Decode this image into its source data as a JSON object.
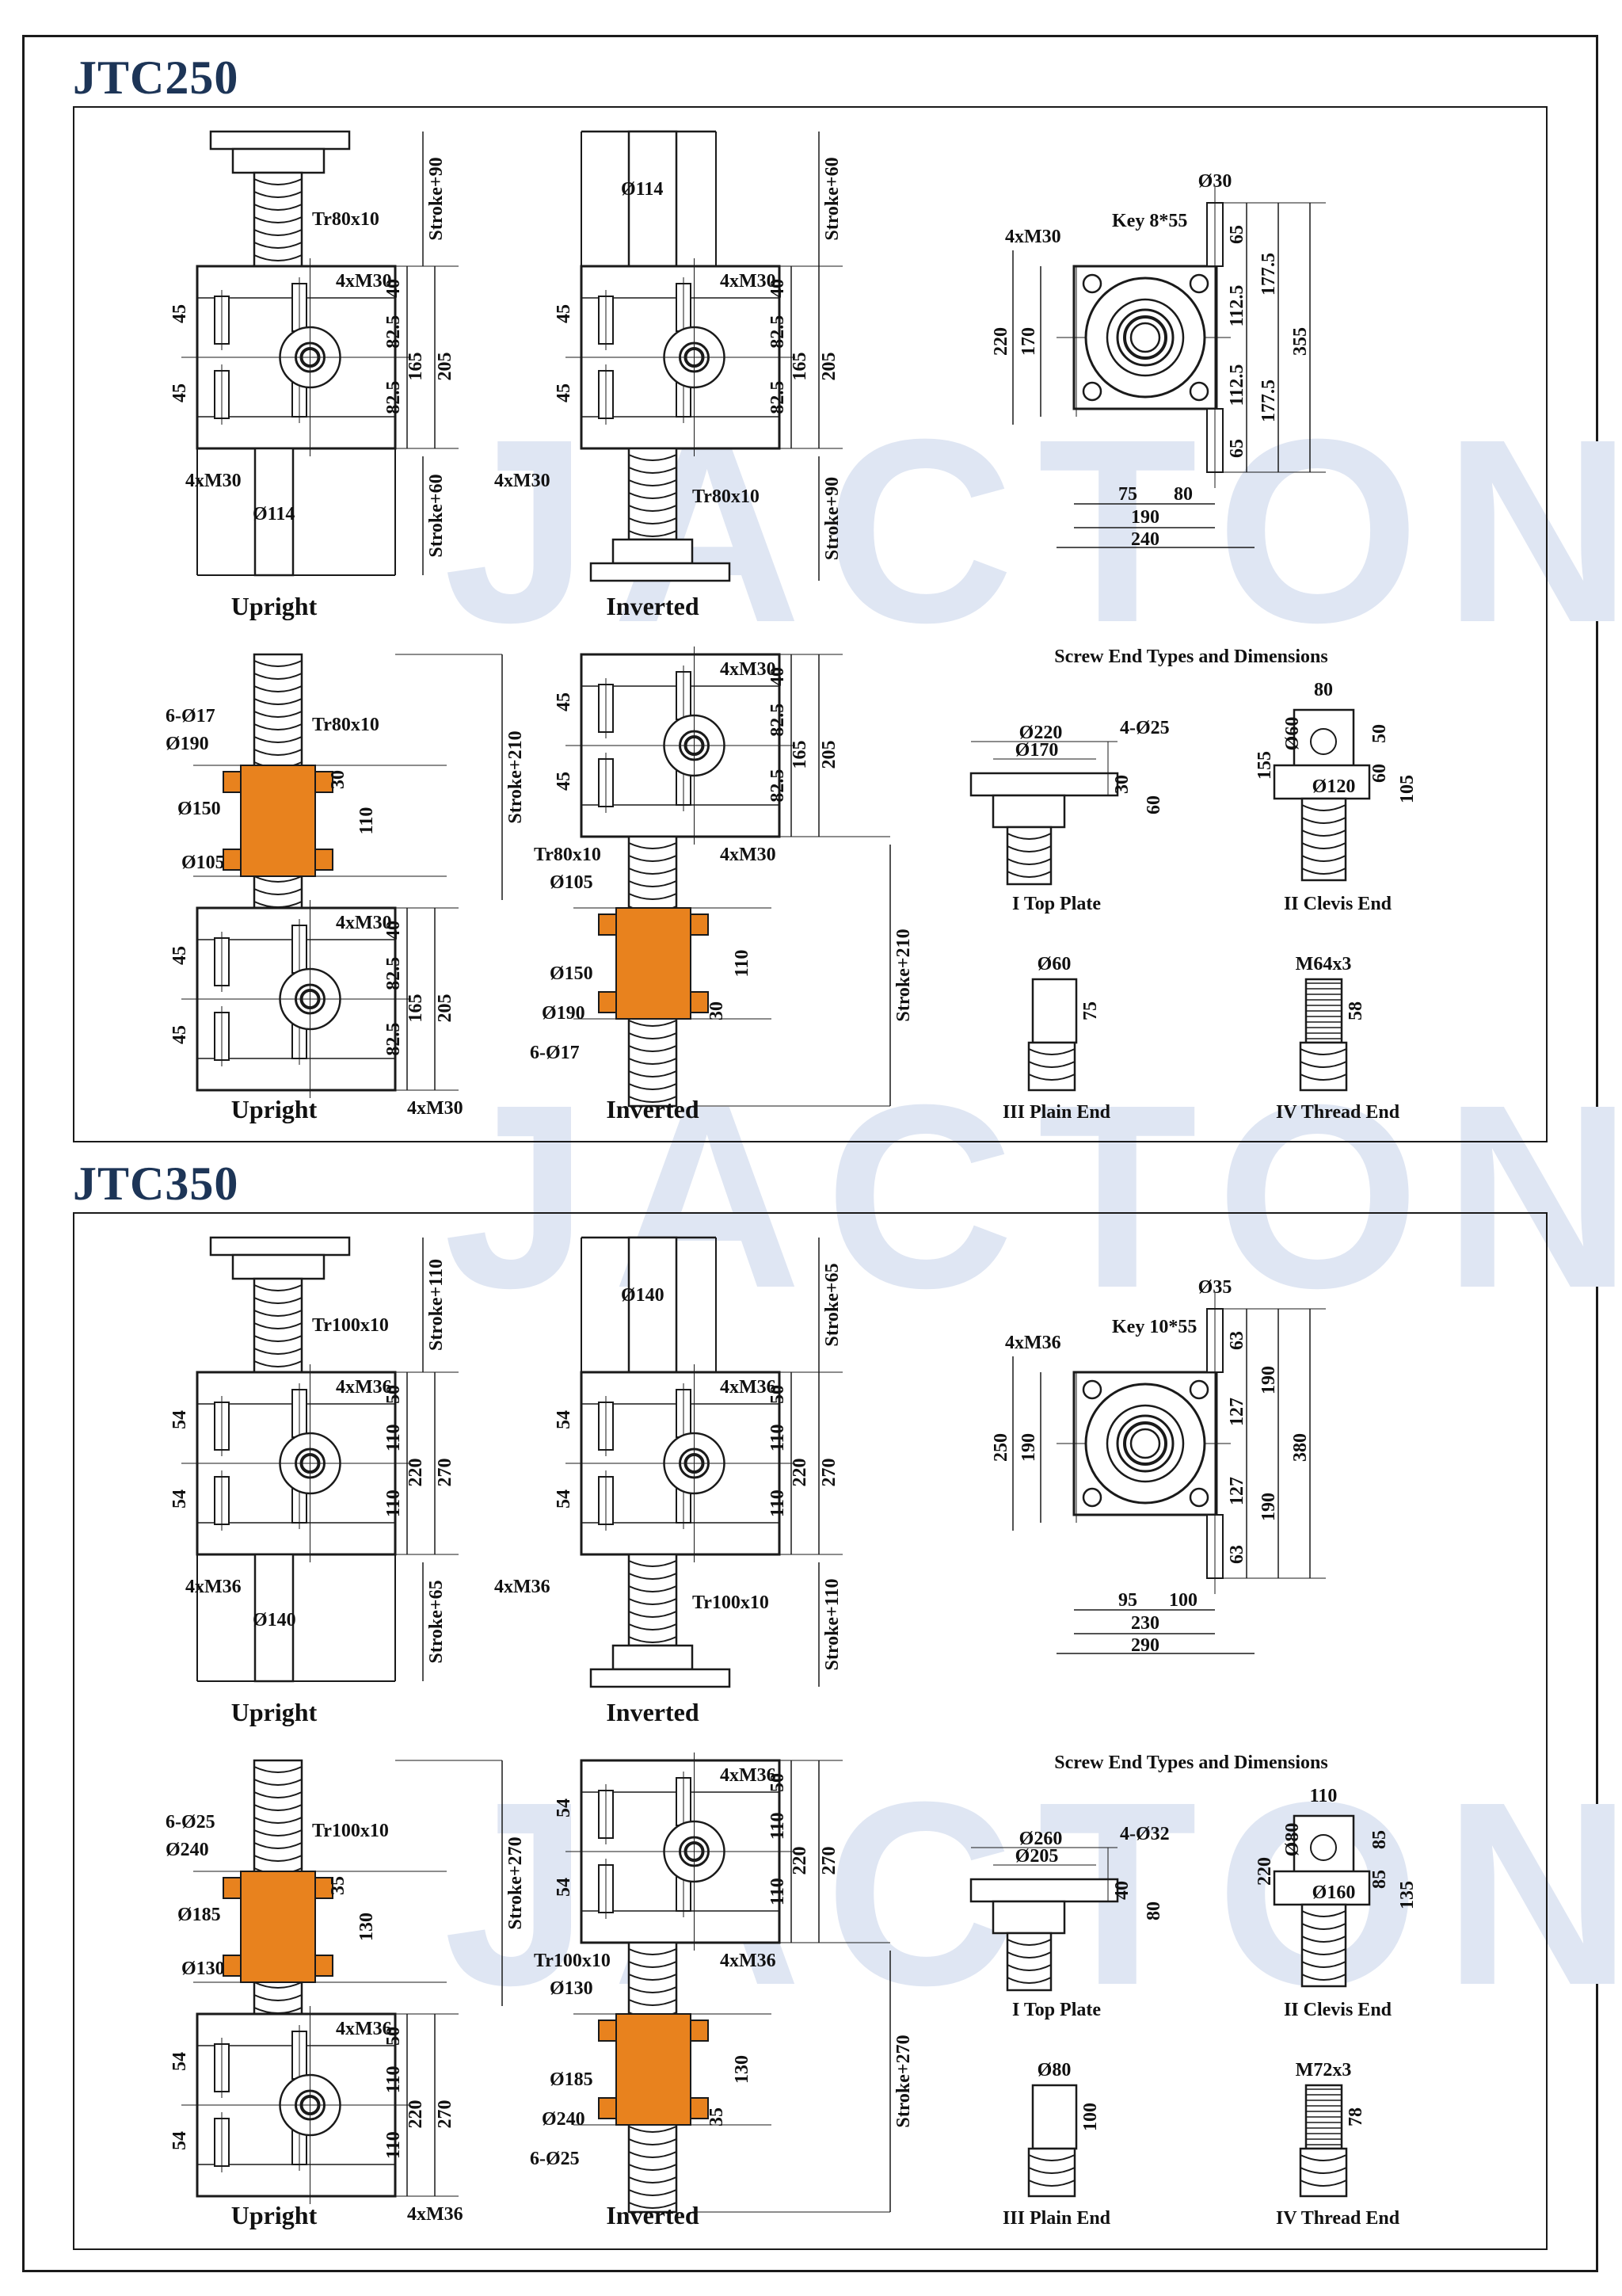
{
  "watermark": "JACTON",
  "colors": {
    "title": "#1d3557",
    "line": "#1a1a1a",
    "nut": "#e8821e",
    "watermark": "#dfe6f3"
  },
  "sections": [
    {
      "title": "JTC250",
      "upright_label": "Upright",
      "inverted_label": "Inverted",
      "upright1": {
        "screw": "Tr80x10",
        "stroke_top": "Stroke+90",
        "stroke_bottom": "Stroke+60",
        "bolt_top": "4xM30",
        "bolt_side": "4xM30",
        "h1": "40",
        "h2": "82.5",
        "h3": "82.5",
        "h4": "165",
        "h5": "205",
        "s1": "45",
        "s2": "45",
        "dia": "Ø114"
      },
      "inverted1": {
        "screw": "Tr80x10",
        "stroke_top": "Stroke+60",
        "stroke_bottom": "Stroke+90",
        "bolt_top": "4xM30",
        "bolt_side": "4xM30",
        "h1": "40",
        "h2": "82.5",
        "h3": "82.5",
        "h4": "165",
        "h5": "205",
        "s1": "45",
        "s2": "45",
        "dia": "Ø114"
      },
      "upright2": {
        "screw": "Tr80x10",
        "stroke": "Stroke+210",
        "bolt_top": "4xM30",
        "bolt_bottom": "4xM30",
        "holes": "6-Ø17",
        "d1": "Ø190",
        "d2": "Ø150",
        "d3": "Ø105",
        "n1": "30",
        "n2": "110",
        "h1": "40",
        "h2": "82.5",
        "h3": "82.5",
        "h4": "165",
        "h5": "205",
        "s1": "45",
        "s2": "45"
      },
      "inverted2": {
        "screw": "Tr80x10",
        "stroke": "Stroke+210",
        "bolt_top": "4xM30",
        "bolt_bottom": "4xM30",
        "holes": "6-Ø17",
        "d1": "Ø105",
        "d2": "Ø150",
        "d3": "Ø190",
        "n1": "110",
        "n2": "30",
        "h1": "40",
        "h2": "82.5",
        "h3": "82.5",
        "h4": "165",
        "h5": "205",
        "s1": "45",
        "s2": "45"
      },
      "topview": {
        "key": "Key 8*55",
        "shaft": "Ø30",
        "bolts": "4xM30",
        "v1": "65",
        "v2": "112.5",
        "v3": "112.5",
        "v4": "65",
        "v5": "177.5",
        "v6": "177.5",
        "v7": "355",
        "w1": "220",
        "w2": "170",
        "b1": "75",
        "b2": "80",
        "b3": "190",
        "b4": "240"
      },
      "ends": {
        "title": "Screw End Types and Dimensions",
        "top_plate": {
          "label": "I  Top Plate",
          "d1": "Ø220",
          "d2": "Ø170",
          "holes": "4-Ø25",
          "h1": "30",
          "h2": "60"
        },
        "clevis": {
          "label": "II  Clevis End",
          "w": "80",
          "d": "Ø60",
          "h1": "50",
          "h2": "60",
          "h3": "105",
          "h4": "155",
          "pin": "Ø120"
        },
        "plain": {
          "label": "III  Plain End",
          "d": "Ø60",
          "h": "75"
        },
        "thread": {
          "label": "IV  Thread End",
          "t": "M64x3",
          "h": "58"
        }
      }
    },
    {
      "title": "JTC350",
      "upright_label": "Upright",
      "inverted_label": "Inverted",
      "upright1": {
        "screw": "Tr100x10",
        "stroke_top": "Stroke+110",
        "stroke_bottom": "Stroke+65",
        "bolt_top": "4xM36",
        "bolt_side": "4xM36",
        "h1": "50",
        "h2": "110",
        "h3": "110",
        "h4": "220",
        "h5": "270",
        "s1": "54",
        "s2": "54",
        "dia": "Ø140"
      },
      "inverted1": {
        "screw": "Tr100x10",
        "stroke_top": "Stroke+65",
        "stroke_bottom": "Stroke+110",
        "bolt_top": "4xM36",
        "bolt_side": "4xM36",
        "h1": "50",
        "h2": "110",
        "h3": "110",
        "h4": "220",
        "h5": "270",
        "s1": "54",
        "s2": "54",
        "dia": "Ø140"
      },
      "upright2": {
        "screw": "Tr100x10",
        "stroke": "Stroke+270",
        "bolt_top": "4xM36",
        "bolt_bottom": "4xM36",
        "holes": "6-Ø25",
        "d1": "Ø240",
        "d2": "Ø185",
        "d3": "Ø130",
        "n1": "35",
        "n2": "130",
        "h1": "50",
        "h2": "110",
        "h3": "110",
        "h4": "220",
        "h5": "270",
        "s1": "54",
        "s2": "54"
      },
      "inverted2": {
        "screw": "Tr100x10",
        "stroke": "Stroke+270",
        "bolt_top": "4xM36",
        "bolt_bottom": "4xM36",
        "holes": "6-Ø25",
        "d1": "Ø130",
        "d2": "Ø185",
        "d3": "Ø240",
        "n1": "130",
        "n2": "35",
        "h1": "50",
        "h2": "110",
        "h3": "110",
        "h4": "220",
        "h5": "270",
        "s1": "54",
        "s2": "54"
      },
      "topview": {
        "key": "Key 10*55",
        "shaft": "Ø35",
        "bolts": "4xM36",
        "v1": "63",
        "v2": "127",
        "v3": "127",
        "v4": "63",
        "v5": "190",
        "v6": "190",
        "v7": "380",
        "w1": "250",
        "w2": "190",
        "b1": "95",
        "b2": "100",
        "b3": "230",
        "b4": "290"
      },
      "ends": {
        "title": "Screw End Types and Dimensions",
        "top_plate": {
          "label": "I  Top Plate",
          "d1": "Ø260",
          "d2": "Ø205",
          "holes": "4-Ø32",
          "h1": "40",
          "h2": "80"
        },
        "clevis": {
          "label": "II  Clevis End",
          "w": "110",
          "d": "Ø80",
          "h1": "85",
          "h2": "85",
          "h3": "135",
          "h4": "220",
          "pin": "Ø160"
        },
        "plain": {
          "label": "III  Plain End",
          "d": "Ø80",
          "h": "100"
        },
        "thread": {
          "label": "IV  Thread End",
          "t": "M72x3",
          "h": "78"
        }
      }
    }
  ]
}
